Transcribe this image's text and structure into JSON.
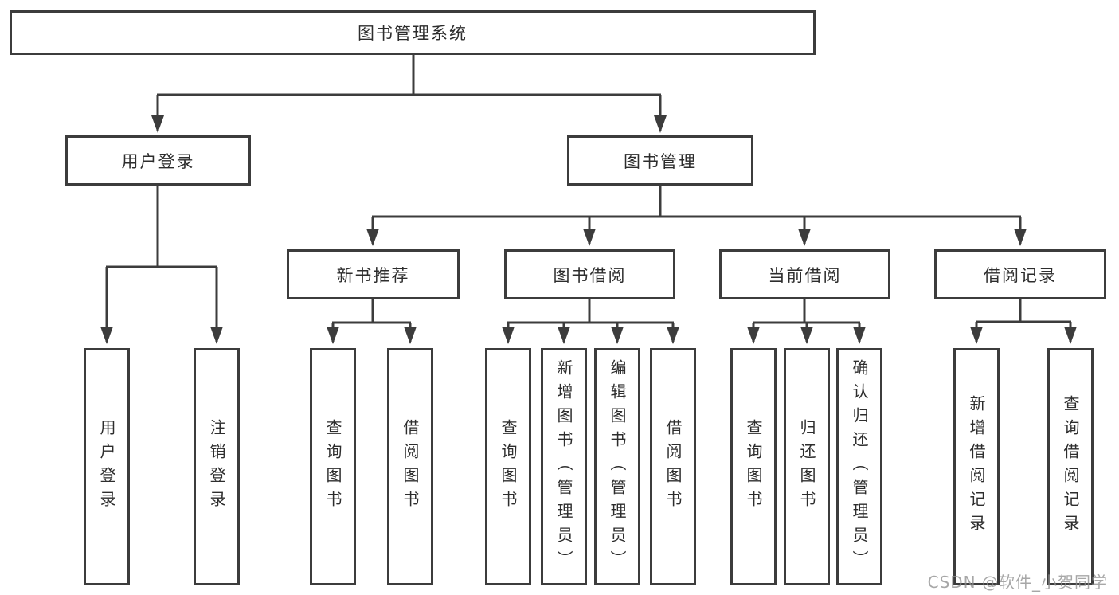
{
  "diagram": {
    "root": {
      "label": "图书管理系统"
    },
    "branches": [
      {
        "label": "用户登录",
        "children": [
          {
            "label": "用户登录"
          },
          {
            "label": "注销登录"
          }
        ]
      },
      {
        "label": "图书管理",
        "children": [
          {
            "label": "新书推荐",
            "children": [
              {
                "label": "查询图书"
              },
              {
                "label": "借阅图书"
              }
            ]
          },
          {
            "label": "图书借阅",
            "children": [
              {
                "label": "查询图书"
              },
              {
                "label": "新增图书（管理员）"
              },
              {
                "label": "编辑图书（管理员）"
              },
              {
                "label": "借阅图书"
              }
            ]
          },
          {
            "label": "当前借阅",
            "children": [
              {
                "label": "查询图书"
              },
              {
                "label": "归还图书"
              },
              {
                "label": "确认归还（管理员）"
              }
            ]
          },
          {
            "label": "借阅记录",
            "children": [
              {
                "label": "新增借阅记录"
              },
              {
                "label": "查询借阅记录"
              }
            ]
          }
        ]
      }
    ]
  },
  "colors": {
    "line": "#3c3c3c",
    "box_fill": "#ffffff",
    "text": "#2d2d2d",
    "watermark": "#8e8e8e"
  },
  "watermark": {
    "text": "CSDN @软件_小贺同学"
  }
}
